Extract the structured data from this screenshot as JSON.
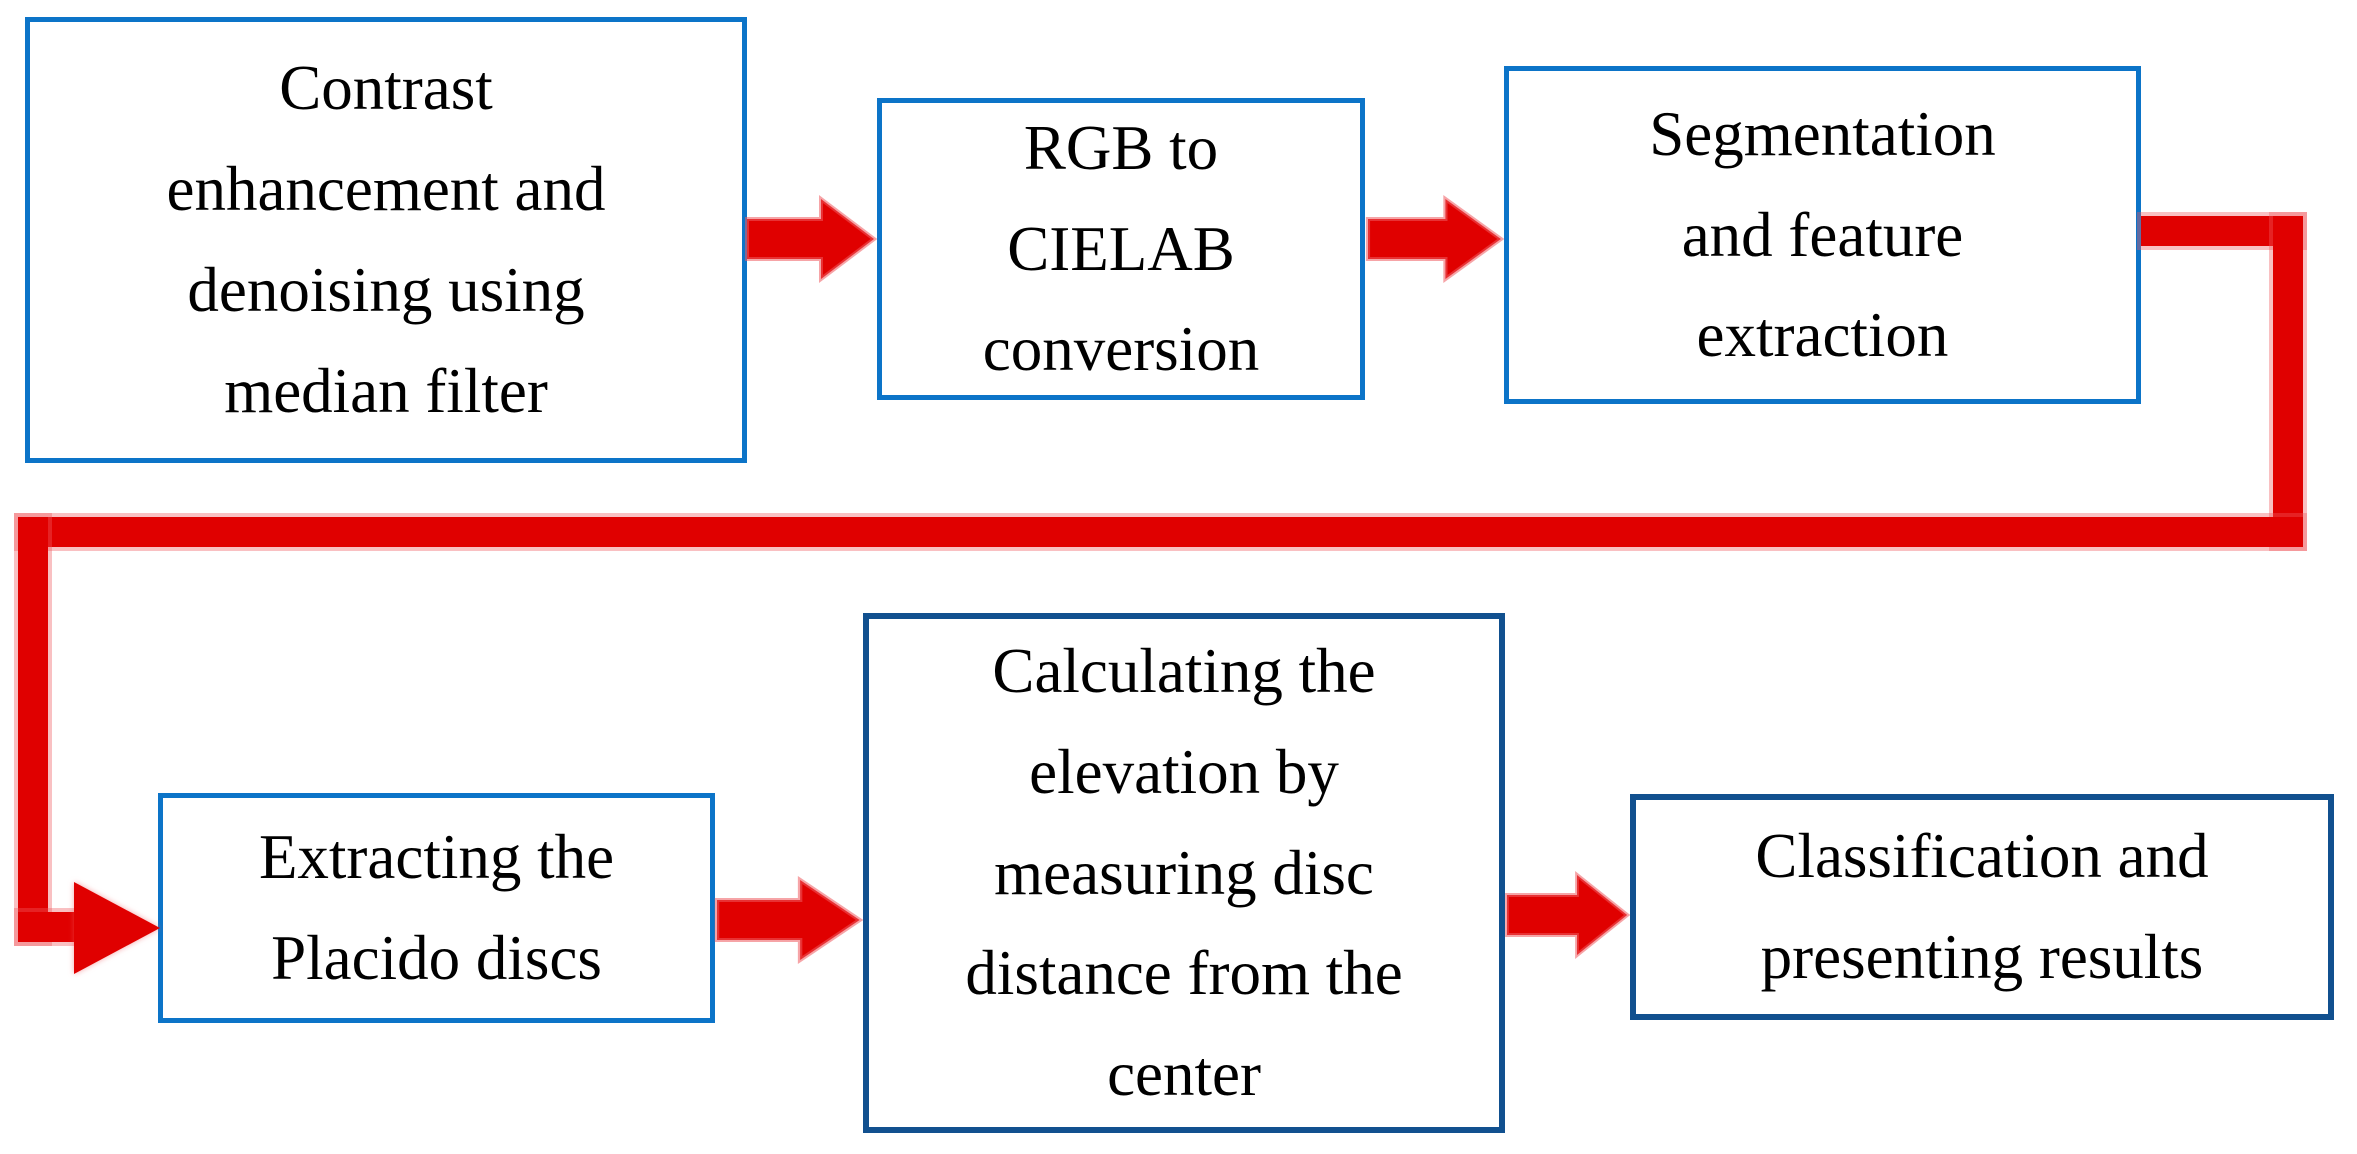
{
  "figure": {
    "type": "flowchart",
    "description": "Image-processing pipeline flowchart, two rows of boxes connected by red block arrows with a wrap-around feedback line",
    "colors": {
      "box_border_light": "#0C74C8",
      "box_border_dark": "#11508F",
      "arrow": "#E00000",
      "text": "#000000",
      "background": "#FFFFFF"
    },
    "nodes": [
      {
        "id": "contrast-denoise",
        "border": "light",
        "lines": [
          "Contrast",
          "enhancement and",
          "denoising using",
          "median filter"
        ]
      },
      {
        "id": "rgb-cielab",
        "border": "light",
        "lines": [
          "RGB to",
          "CIELAB",
          "conversion"
        ]
      },
      {
        "id": "segmentation",
        "border": "light",
        "lines": [
          "Segmentation",
          "and feature",
          "extraction"
        ]
      },
      {
        "id": "extract-placido",
        "border": "light",
        "lines": [
          "Extracting the",
          "Placido discs"
        ]
      },
      {
        "id": "elevation-calc",
        "border": "dark",
        "lines": [
          "Calculating the",
          "elevation by",
          "measuring disc",
          "distance from the",
          "center"
        ]
      },
      {
        "id": "classification",
        "border": "dark",
        "lines": [
          "Classification and",
          "presenting results"
        ]
      }
    ],
    "edges": [
      {
        "from": "contrast-denoise",
        "to": "rgb-cielab",
        "style": "block-arrow-right"
      },
      {
        "from": "rgb-cielab",
        "to": "segmentation",
        "style": "block-arrow-right"
      },
      {
        "from": "segmentation",
        "to": "extract-placido",
        "style": "elbow-wrap-line"
      },
      {
        "from": "extract-placido",
        "to": "elevation-calc",
        "style": "block-arrow-right"
      },
      {
        "from": "elevation-calc",
        "to": "classification",
        "style": "block-arrow-right"
      }
    ]
  }
}
